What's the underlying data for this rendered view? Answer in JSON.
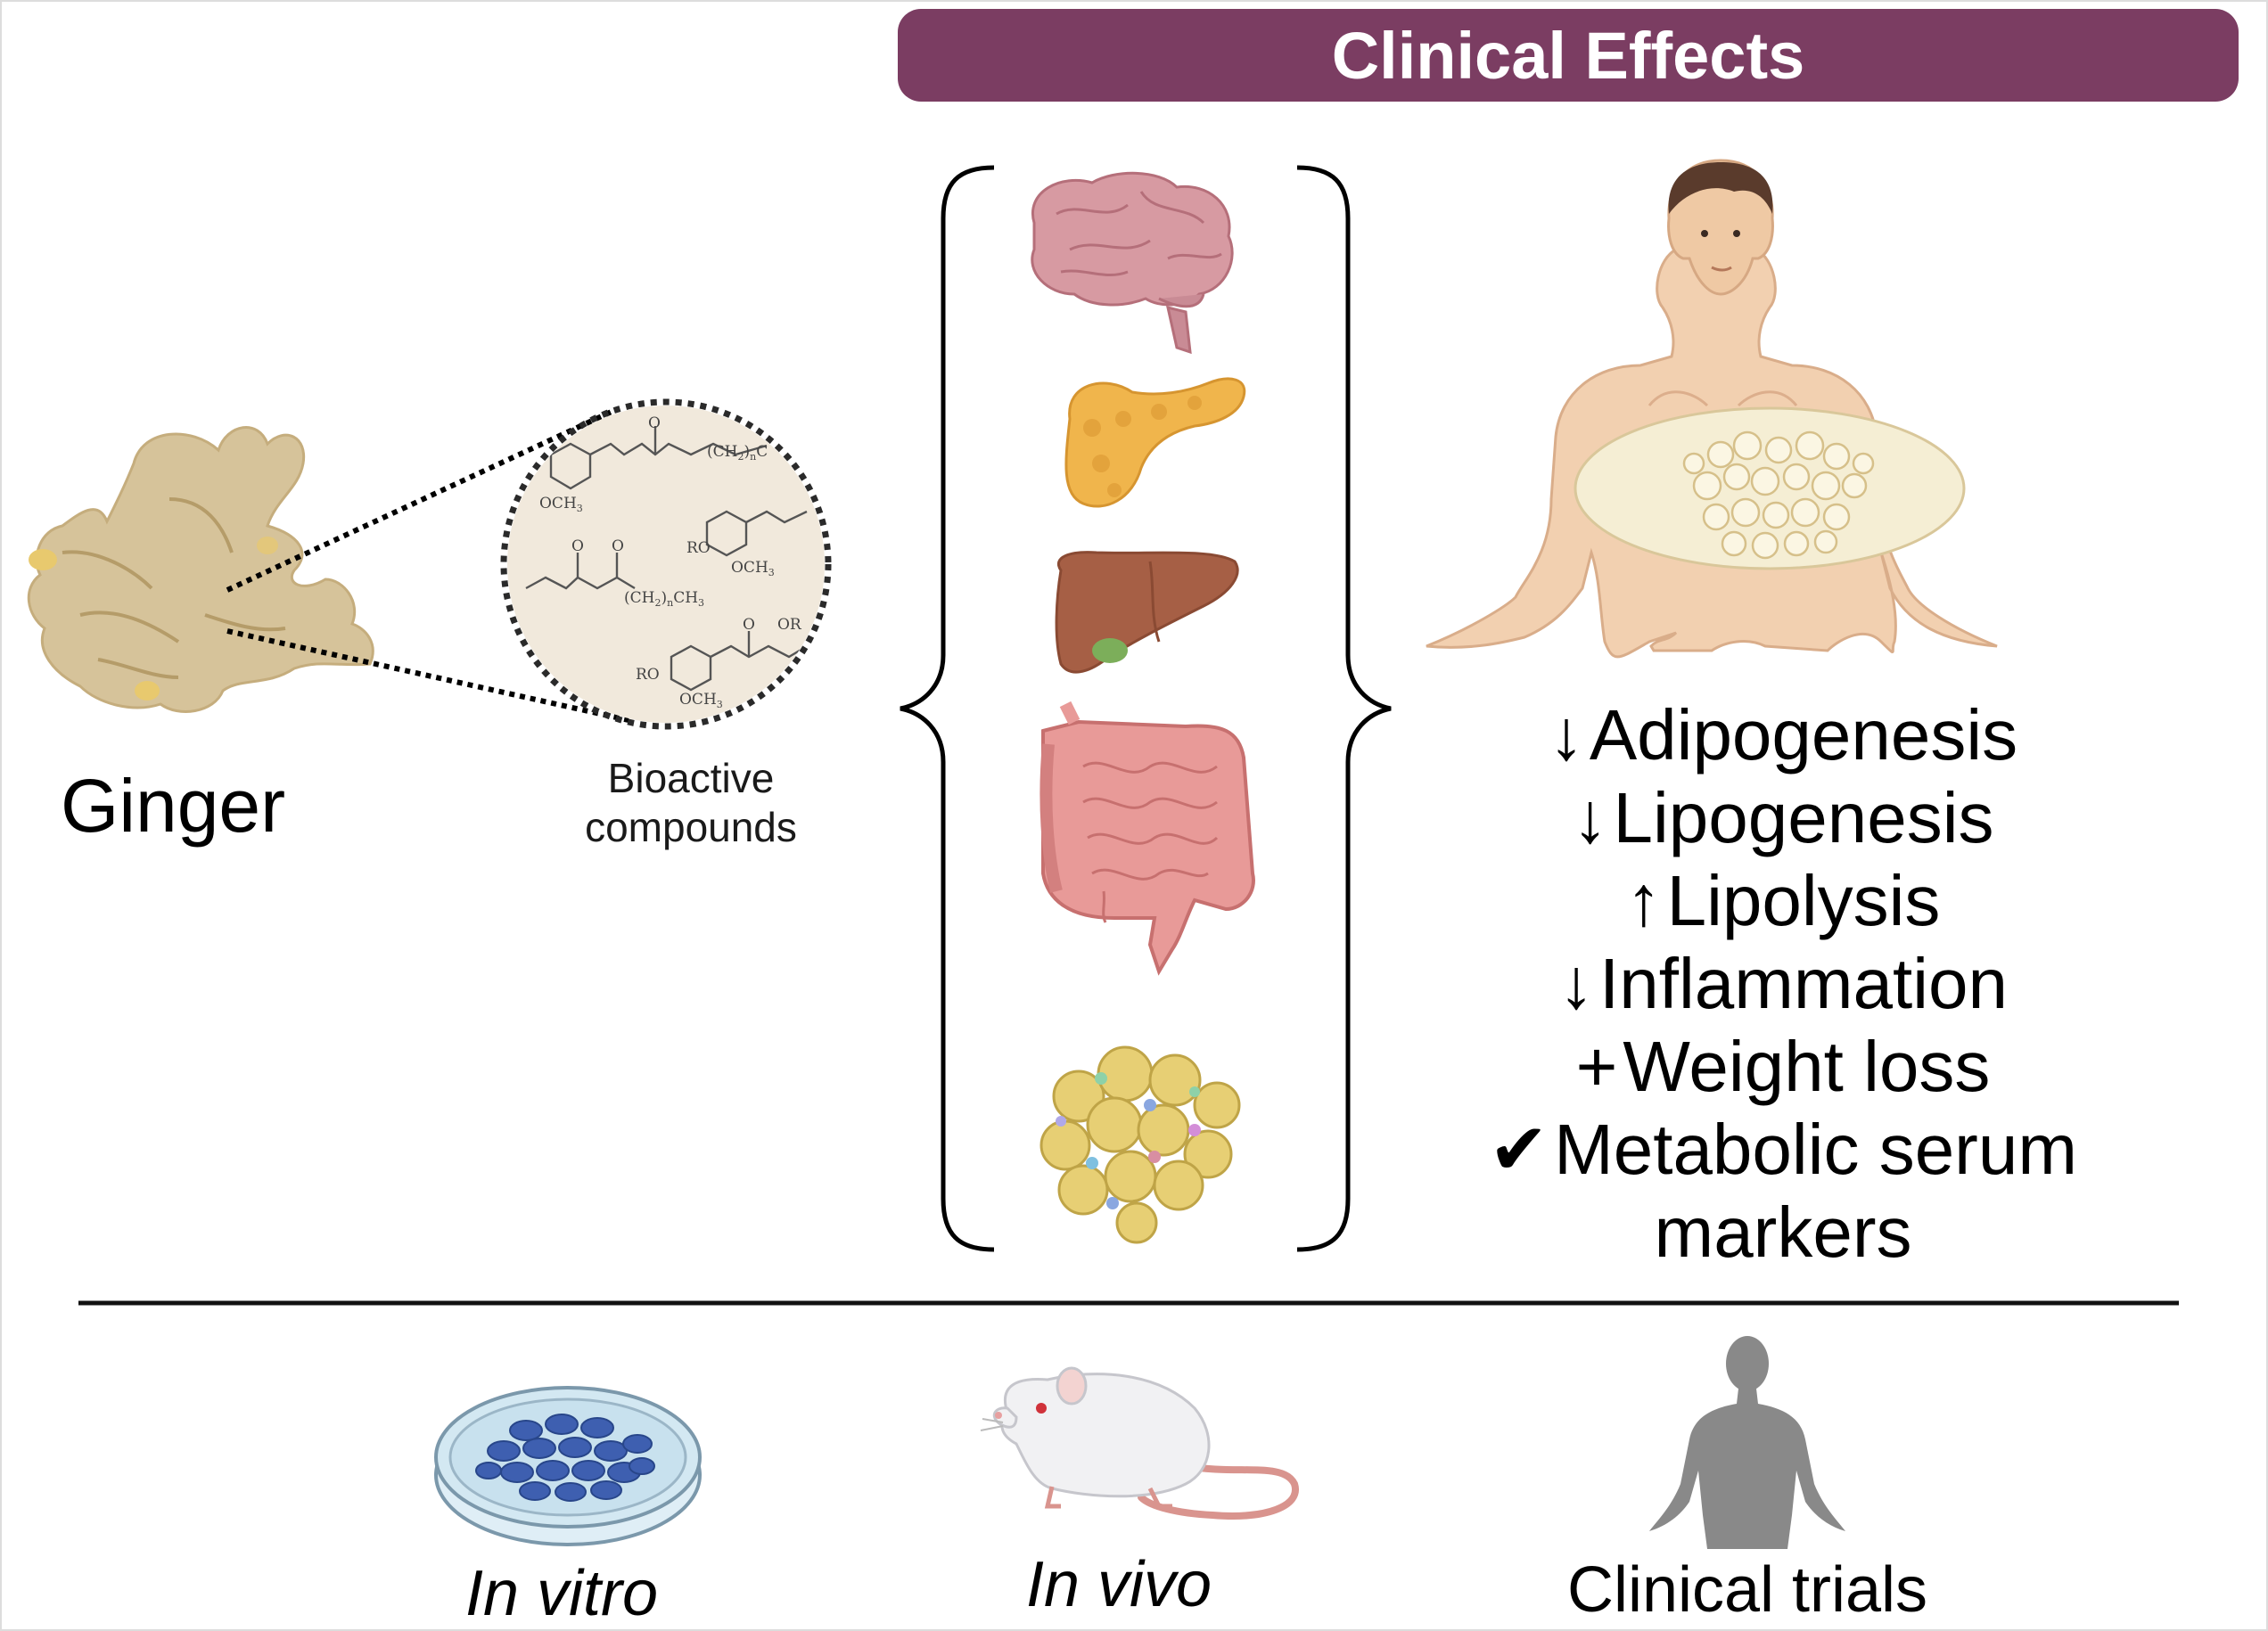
{
  "title": "Clinical Effects",
  "ginger": {
    "label": "Ginger",
    "compounds_label": "Bioactive compounds"
  },
  "compound_annotations": {
    "a": "OCH",
    "a_sub": "3",
    "b": "(CH",
    "b_sub": "2",
    "b_tail": ")",
    "b_n": "n",
    "b_end": "C",
    "c": "RO",
    "d": "OCH",
    "d_sub": "3",
    "e": "(CH",
    "e_sub": "2",
    "e_tail": ")",
    "e_n": "n",
    "e_end": "CH",
    "e_end_sub": "3",
    "f": "RO",
    "g": "OCH",
    "g_sub": "3",
    "o1": "O",
    "o2": "O",
    "o3": "O",
    "o4": "O",
    "o5": "O",
    "r": "OR"
  },
  "effects": [
    {
      "symbol": "↓",
      "text": "Adipogenesis"
    },
    {
      "symbol": "↓",
      "text": "Lipogenesis"
    },
    {
      "symbol": "↑",
      "text": "Lipolysis"
    },
    {
      "symbol": "↓",
      "text": "Inflammation"
    },
    {
      "symbol": "+",
      "text": "Weight loss"
    },
    {
      "symbol": "✔",
      "text": "Metabolic serum markers"
    }
  ],
  "models": [
    {
      "label": "In vitro",
      "icon": "petri-dish-icon"
    },
    {
      "label": "In vivo",
      "icon": "mouse-icon"
    },
    {
      "label": "Clinical trials",
      "icon": "human-silhouette-icon"
    }
  ],
  "organs": [
    "brain-icon",
    "pancreas-icon",
    "liver-icon",
    "intestine-icon",
    "adipose-tissue-icon"
  ],
  "colors": {
    "banner": "#7b3d62",
    "ginger": "#d8c79f",
    "adipose": "#e7cf74",
    "cells": "#3e5fb0"
  }
}
